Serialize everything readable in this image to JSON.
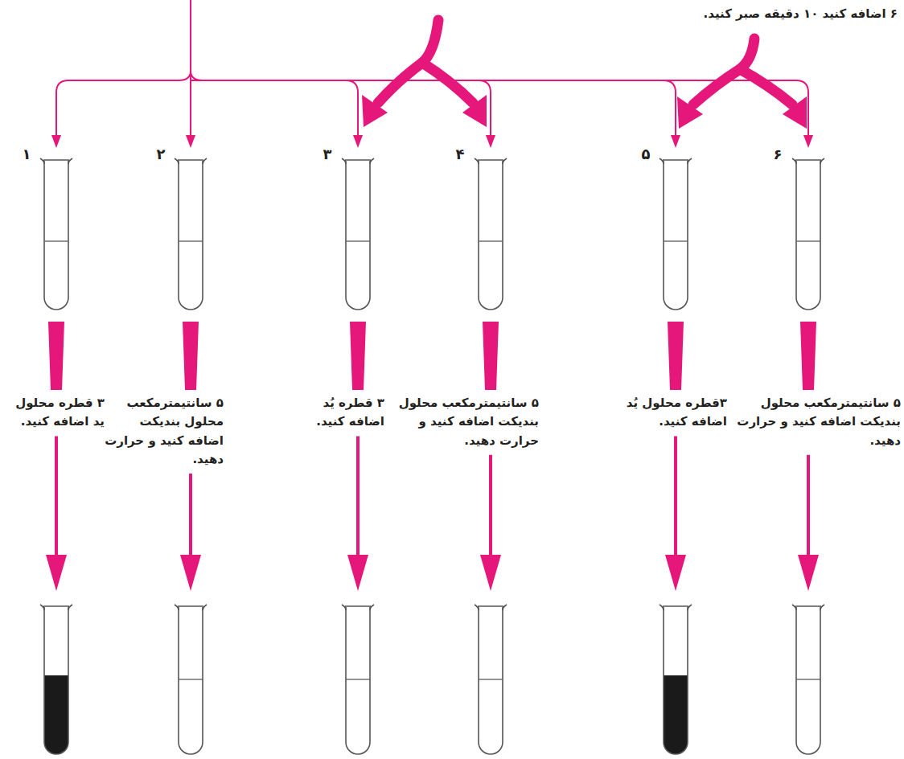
{
  "diagram": {
    "labels": [
      "۶ اضافه کنید ۱۰ دقیقه صبر کنید.",
      "۱",
      "۲",
      "۳",
      "۴",
      "۵",
      "۶",
      "۳ قطره محلول ید اضافه کنید.",
      "۵ سانتیمترمکعب محلول بندیکت اضافه کنید و حرارت دهید.",
      "۳ قطره یُد اضافه کنید.",
      "۵ سانتیمترمکعب محلول بندیکت اضافه کنید و حرارت دهید.",
      "۳قطره محلول یُد اضافه کنید.",
      "۵ سانتیمترمکعب محلول بندیکت اضافه کنید و حرارت دهید."
    ]
  }
}
